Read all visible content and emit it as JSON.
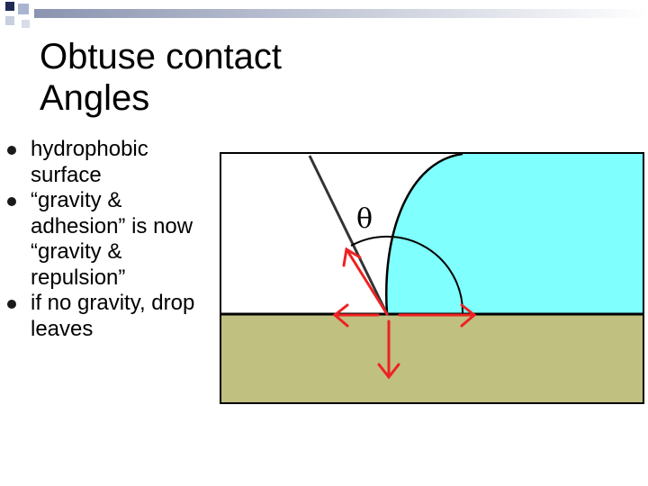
{
  "slide": {
    "title_lines": [
      "Obtuse contact",
      "Angles"
    ],
    "bullets": [
      "hydrophobic surface",
      "“gravity & adhesion” is now “gravity & repulsion”",
      "if no gravity, drop leaves"
    ]
  },
  "figure": {
    "angle_symbol": "θ",
    "colors": {
      "drop": "#80ffff",
      "surface": "#c0c080",
      "arrow": "#ee2222",
      "outline": "#000000",
      "deco": "#3a4a70"
    }
  }
}
